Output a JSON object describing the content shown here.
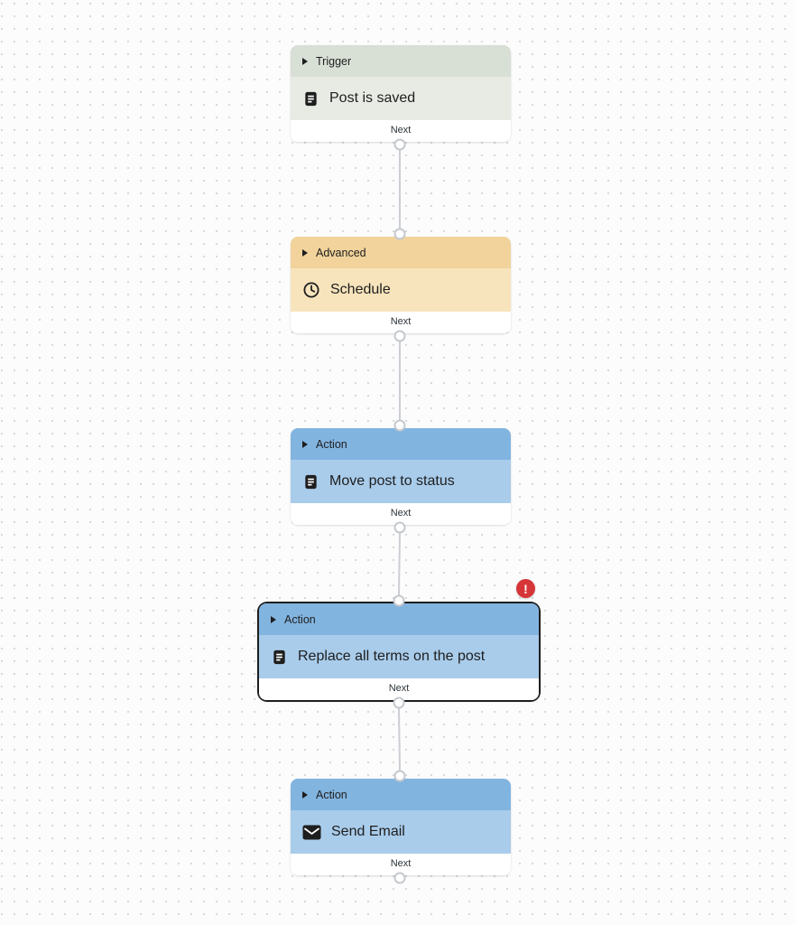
{
  "palette": {
    "canvas_bg": "#fcfcfc",
    "canvas_dot": "#d9d9d9",
    "trigger_header": "#d8dfd5",
    "trigger_body": "#e7ebe4",
    "advanced_header": "#f1d39b",
    "advanced_body": "#f7e4bc",
    "action_header": "#82b4e0",
    "action_body": "#a9cceb",
    "connector": "#cbced3",
    "error_red": "#d63638",
    "selected_border": "#1e1e1e"
  },
  "nodes": [
    {
      "category": "Trigger",
      "title": "Post is saved",
      "icon": "document-icon",
      "next_label": "Next"
    },
    {
      "category": "Advanced",
      "title": "Schedule",
      "icon": "clock-icon",
      "next_label": "Next"
    },
    {
      "category": "Action",
      "title": "Move post to status",
      "icon": "document-icon",
      "next_label": "Next"
    },
    {
      "category": "Action",
      "title": "Replace all terms on the post",
      "icon": "document-icon",
      "next_label": "Next",
      "error_badge": "!",
      "selected": true
    },
    {
      "category": "Action",
      "title": "Send Email",
      "icon": "envelope-icon",
      "next_label": "Next"
    }
  ]
}
